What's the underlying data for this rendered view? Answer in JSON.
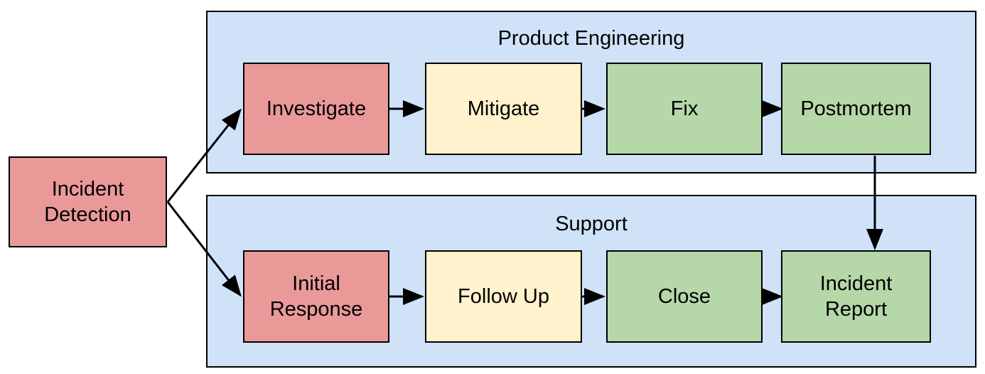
{
  "diagram": {
    "title_visible": false,
    "background": "#ffffff",
    "palette": {
      "lane_fill": "#cfe2f8",
      "red_fill": "#ea9999",
      "yellow_fill": "#fff2cc",
      "green_fill": "#b6d7a8",
      "stroke": "#000000"
    },
    "entry_node": {
      "label": "Incident\nDetection",
      "color": "#ea9999"
    },
    "lanes": [
      {
        "id": "product-engineering",
        "title": "Product Engineering",
        "nodes": [
          {
            "label": "Investigate",
            "color": "#ea9999"
          },
          {
            "label": "Mitigate",
            "color": "#fff2cc"
          },
          {
            "label": "Fix",
            "color": "#b6d7a8"
          },
          {
            "label": "Postmortem",
            "color": "#b6d7a8"
          }
        ]
      },
      {
        "id": "support",
        "title": "Support",
        "nodes": [
          {
            "label": "Initial\nResponse",
            "color": "#ea9999"
          },
          {
            "label": "Follow Up",
            "color": "#fff2cc"
          },
          {
            "label": "Close",
            "color": "#b6d7a8"
          },
          {
            "label": "Incident\nReport",
            "color": "#b6d7a8"
          }
        ]
      }
    ],
    "connections": [
      {
        "from": "Incident Detection",
        "to": "Investigate",
        "style": "diagonal-arrow"
      },
      {
        "from": "Incident Detection",
        "to": "Initial Response",
        "style": "diagonal-arrow"
      },
      {
        "from": "Investigate",
        "to": "Mitigate",
        "style": "straight-arrow"
      },
      {
        "from": "Mitigate",
        "to": "Fix",
        "style": "straight-arrow"
      },
      {
        "from": "Fix",
        "to": "Postmortem",
        "style": "straight-arrow"
      },
      {
        "from": "Initial Response",
        "to": "Follow Up",
        "style": "straight-arrow"
      },
      {
        "from": "Follow Up",
        "to": "Close",
        "style": "straight-arrow"
      },
      {
        "from": "Close",
        "to": "Incident Report",
        "style": "straight-arrow"
      },
      {
        "from": "Postmortem",
        "to": "Incident Report",
        "style": "vertical-arrow"
      }
    ]
  }
}
